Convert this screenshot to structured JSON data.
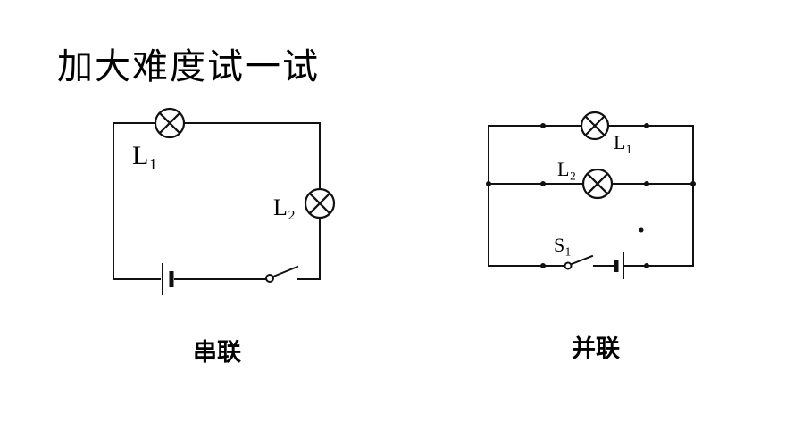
{
  "title": "加大难度试一试",
  "series_circuit": {
    "lamp1_label": "L₁",
    "lamp2_label": "L₂",
    "caption": "串联"
  },
  "parallel_circuit": {
    "lamp1_label": "L₁",
    "lamp2_label": "L₂",
    "switch_label": "S₁",
    "caption": "并联"
  }
}
